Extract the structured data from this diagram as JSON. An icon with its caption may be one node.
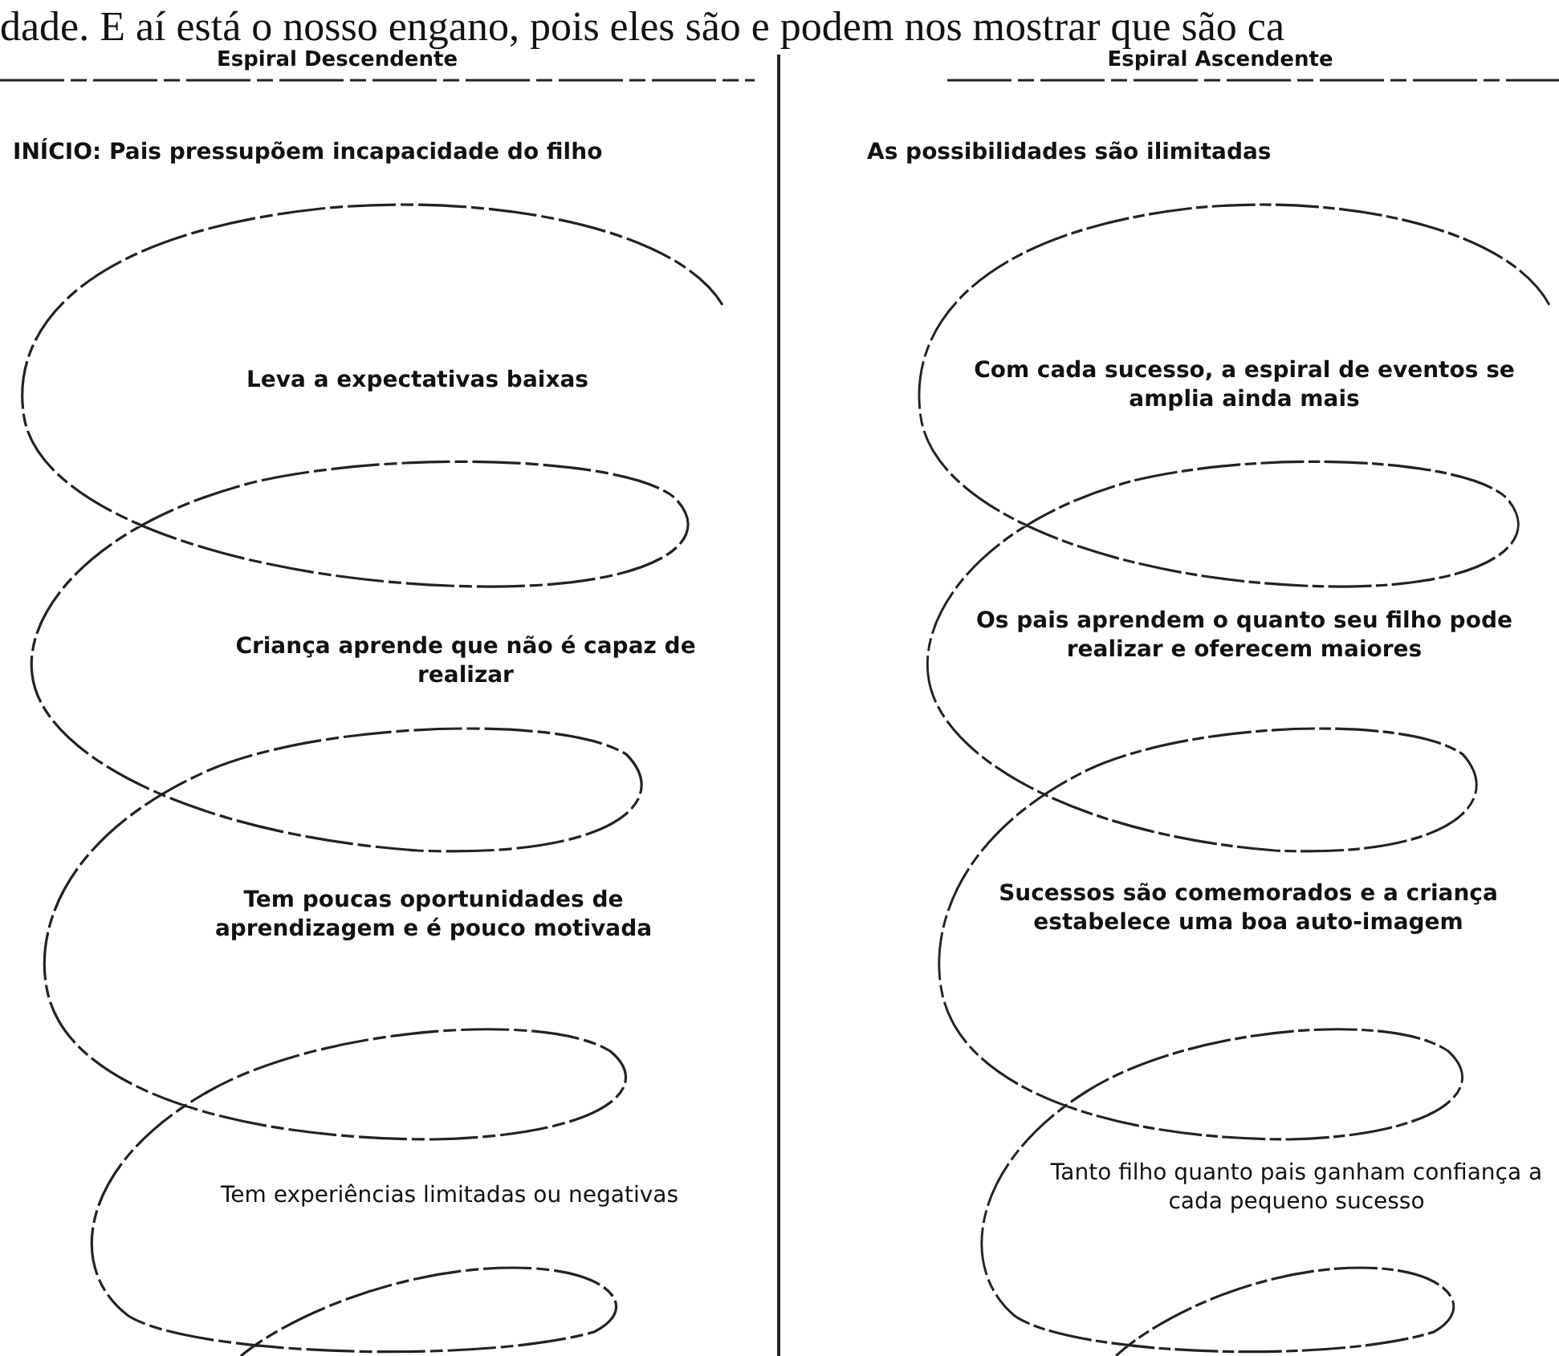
{
  "diagram": {
    "labels": [
      "dade. E aí está o nosso engano, pois eles são e podem nos mostrar que são ca",
      "Espiral Descendente",
      "Espiral Ascendente",
      "INÍCIO: Pais pressupõem incapacidade do filho",
      "As possibilidades são ilimitadas",
      "Leva a expectativas baixas",
      "Com cada sucesso, a espiral de eventos se amplia ainda mais",
      "Criança aprende que não é capaz de realizar",
      "Os pais aprendem o quanto seu filho pode realizar e oferecem maiores",
      "Tem poucas oportunidades de aprendizagem e é pouco motivada",
      "Sucessos são comemorados e a criança estabelece uma boa auto-imagem",
      "Tem experiências limitadas ou negativas",
      "Tanto filho quanto pais ganham confiança a cada pequeno sucesso"
    ]
  }
}
